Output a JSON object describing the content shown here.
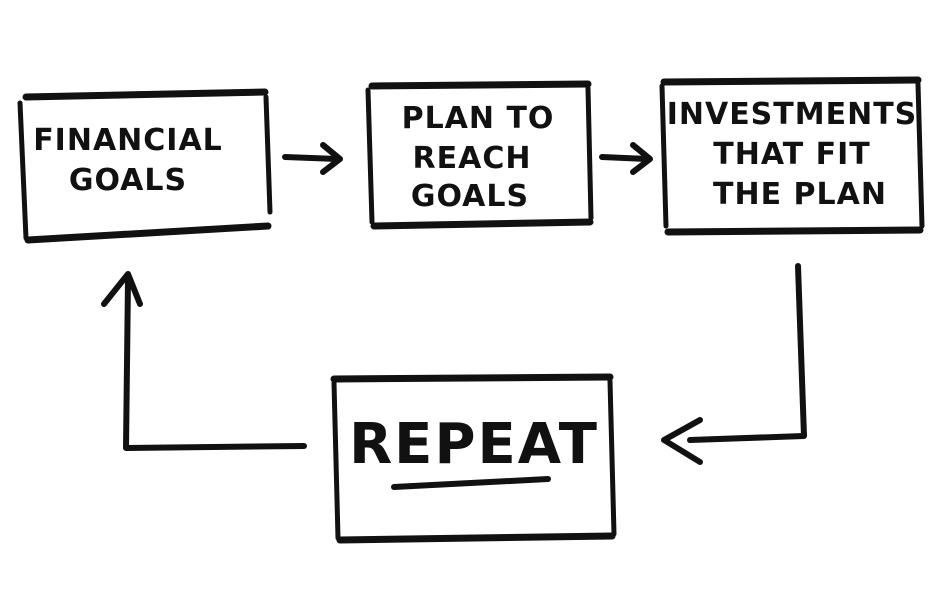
{
  "diagram": {
    "nodes": [
      {
        "id": "financial-goals",
        "lines": [
          "FINANCIAL",
          "GOALS"
        ]
      },
      {
        "id": "plan-to-reach-goals",
        "lines": [
          "PLAN TO",
          "REACH",
          "GOALS"
        ]
      },
      {
        "id": "investments-that-fit-the-plan",
        "lines": [
          "INVESTMENTS",
          "THAT FIT",
          "THE PLAN"
        ]
      },
      {
        "id": "repeat",
        "lines": [
          "REPEAT"
        ]
      }
    ],
    "edges": [
      {
        "from": "financial-goals",
        "to": "plan-to-reach-goals"
      },
      {
        "from": "plan-to-reach-goals",
        "to": "investments-that-fit-the-plan"
      },
      {
        "from": "investments-that-fit-the-plan",
        "to": "repeat"
      },
      {
        "from": "repeat",
        "to": "financial-goals"
      }
    ],
    "colors": {
      "ink": "#111111",
      "background": "#ffffff"
    }
  }
}
